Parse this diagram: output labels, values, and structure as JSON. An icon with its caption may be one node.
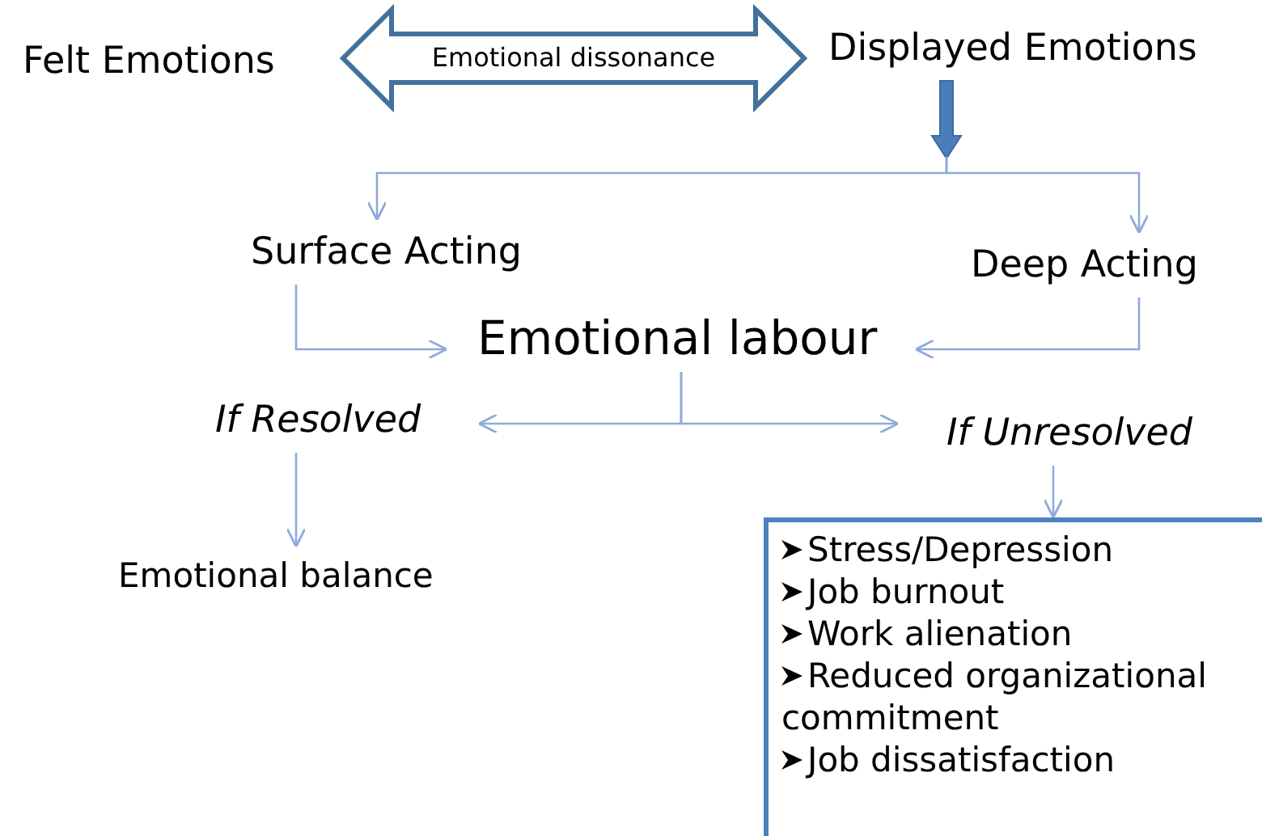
{
  "diagram": {
    "nodes": [
      {
        "text": [
          "Felt Emotions"
        ]
      },
      {
        "text": [
          "Displayed Emotions"
        ]
      },
      {
        "text": [
          "Surface Acting"
        ]
      },
      {
        "text": [
          "Deep Acting"
        ]
      },
      {
        "text": [
          "Emotional labour"
        ]
      },
      {
        "text": [
          "If Resolved"
        ]
      },
      {
        "text": [
          "If Unresolved"
        ]
      },
      {
        "text": [
          "Emotional balance"
        ]
      },
      {
        "text": [
          "Stress/Depression",
          "Job burnout",
          "Work alienation",
          "Reduced organizational commitment",
          "Job dissatisfaction"
        ]
      }
    ],
    "edges": [
      {
        "from": 0,
        "to": 1,
        "arrow": "both",
        "label": "Emotional dissonance",
        "style": "thick",
        "color": "#41719c"
      },
      {
        "from": 1,
        "to": 2,
        "arrow": "to"
      },
      {
        "from": 1,
        "to": 3,
        "arrow": "to"
      },
      {
        "from": 2,
        "to": 4,
        "arrow": "to"
      },
      {
        "from": 3,
        "to": 4,
        "arrow": "to"
      },
      {
        "from": 4,
        "to": 5,
        "arrow": "to"
      },
      {
        "from": 4,
        "to": 6,
        "arrow": "to"
      },
      {
        "from": 5,
        "to": 7,
        "arrow": "to"
      },
      {
        "from": 6,
        "to": 8,
        "arrow": "to"
      }
    ]
  }
}
